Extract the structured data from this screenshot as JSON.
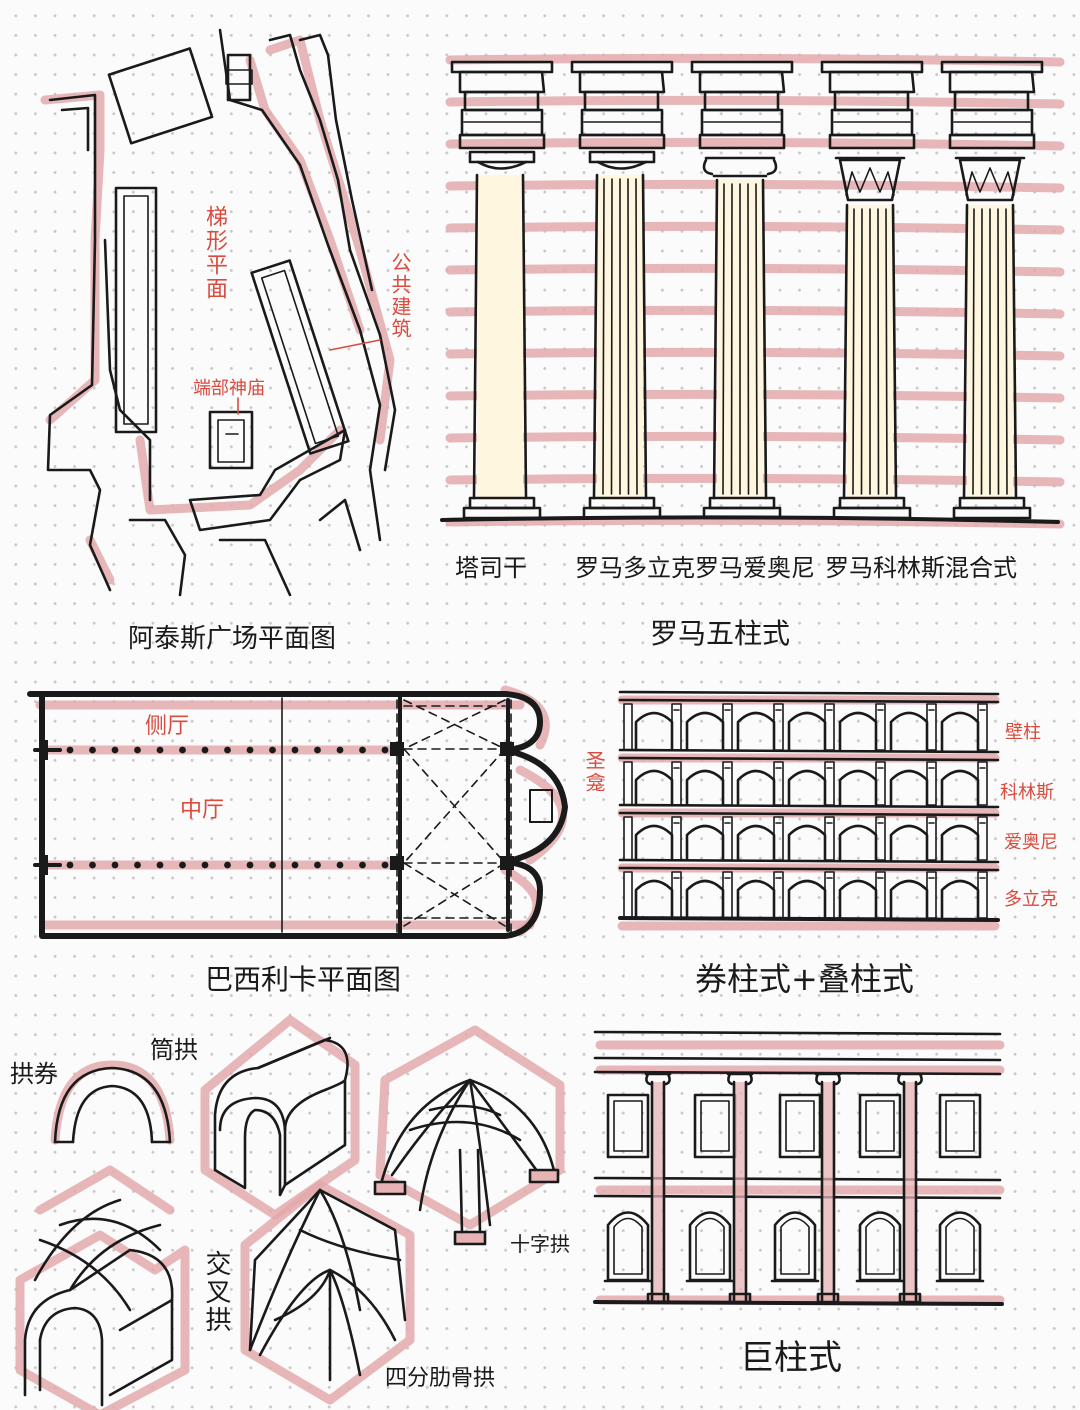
{
  "forum": {
    "title": "阿泰斯广场平面图",
    "notes": {
      "trapezoid": "梯形平面",
      "public": "公共建筑",
      "temple": "端部神庙"
    }
  },
  "orders": {
    "title": "罗马五柱式",
    "names": [
      "塔司干",
      "罗马多立克",
      "罗马爱奥尼",
      "罗马科林斯",
      "混合式"
    ]
  },
  "basilica": {
    "title": "巴西利卡平面图",
    "notes": {
      "aisle": "侧厅",
      "nave": "中厅",
      "apse": "圣龛"
    }
  },
  "arcade": {
    "title": "券柱式+叠柱式",
    "levels": [
      "壁柱",
      "科林斯",
      "爱奥尼",
      "多立克"
    ]
  },
  "vaults": {
    "arch": "拱券",
    "barrel": "筒拱",
    "groin": "十字拱",
    "cross": "交叉拱",
    "ribbed": "四分肋骨拱"
  },
  "giant": {
    "title": "巨柱式"
  },
  "colors": {
    "ink": "#1a1a1a",
    "highlight": "#e3a9ab",
    "annotation": "#d94b3f",
    "fill": "#fff6df"
  }
}
